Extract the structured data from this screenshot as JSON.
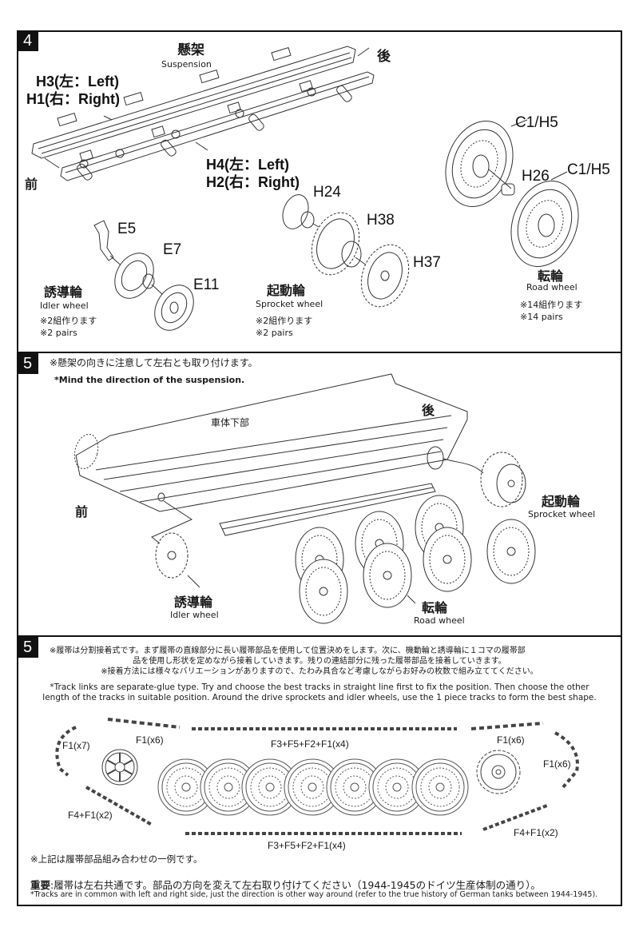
{
  "step4": {
    "number": "4",
    "suspension_jp": "懸架",
    "suspension_en": "Suspension",
    "rear": "後",
    "front": "前",
    "h3h1_line1": "H3(左：Left)",
    "h3h1_line2": "H1(右：Right)",
    "h4h2_line1": "H4(左：Left)",
    "h4h2_line2": "H2(右：Right)",
    "idler": {
      "jp": "誘導輪",
      "en": "Idler wheel",
      "note_jp": "※2組作ります",
      "note_en": "※2 pairs",
      "parts": [
        "E5",
        "E7",
        "E11"
      ]
    },
    "sprocket": {
      "jp": "起動輪",
      "en": "Sprocket wheel",
      "note_jp": "※2組作ります",
      "note_en": "※2 pairs",
      "parts": [
        "H24",
        "H38",
        "H37"
      ]
    },
    "road": {
      "jp": "転輪",
      "en": "Road wheel",
      "note_jp": "※14組作ります",
      "note_en": "※14 pairs",
      "parts": [
        "C1/H5",
        "H26",
        "C1/H5"
      ]
    }
  },
  "step5a": {
    "number": "5",
    "note_jp": "※懸架の向きに注意して左右とも取り付けます。",
    "note_en": "*Mind the direction of the suspension.",
    "hull_lower": "車体下部",
    "rear": "後",
    "front": "前",
    "sprocket_jp": "起動輪",
    "sprocket_en": "Sprocket wheel",
    "idler_jp": "誘導輪",
    "idler_en": "Idler wheel",
    "road_jp": "転輪",
    "road_en": "Road wheel"
  },
  "step5b": {
    "number": "5",
    "jp_line1": "※履帯は分割接着式です。まず履帯の直線部分に長い履帯部品を使用して位置決めをします。次に、機動輪と誘導輪に１コマの履帯部",
    "jp_line2": "品を使用し形状を定めながら接着していきます。残りの連結部分に残った履帯部品を接着していきます。",
    "jp_line3": "※接着方法には様々なバリエーションがありますので、たわみ具合など考慮しながらお好みの枚数で組み立ててください。",
    "en_line1": "*Track links are separate-glue type. Try and choose the best tracks in straight line first to fix the position. Then choose the other",
    "en_line2": "length of the tracks in suitable position. Around the drive sprockets and idler wheels, use the 1 piece tracks to form the best shape.",
    "labels": {
      "f1x7": "F1(x7)",
      "f1x6_left": "F1(x6)",
      "top_run": "F3+F5+F2+F1(x4)",
      "f1x6_right_top": "F1(x6)",
      "f1x6_right": "F1(x6)",
      "f4f1_left": "F4+F1(x2)",
      "f4f1_right": "F4+F1(x2)",
      "bottom_run": "F3+F5+F2+F1(x4)"
    },
    "example_note": "※上記は履帯部品組み合わせの一例です。",
    "important_label": "重要",
    "important_jp": ":履帯は左右共通です。部品の方向を変えて左右取り付けてください（1944-1945のドイツ生産体制の通り）。",
    "important_en": "*Tracks are in common with left and right side, just the direction is other way around (refer to the true history of German tanks between 1944-1945)."
  }
}
